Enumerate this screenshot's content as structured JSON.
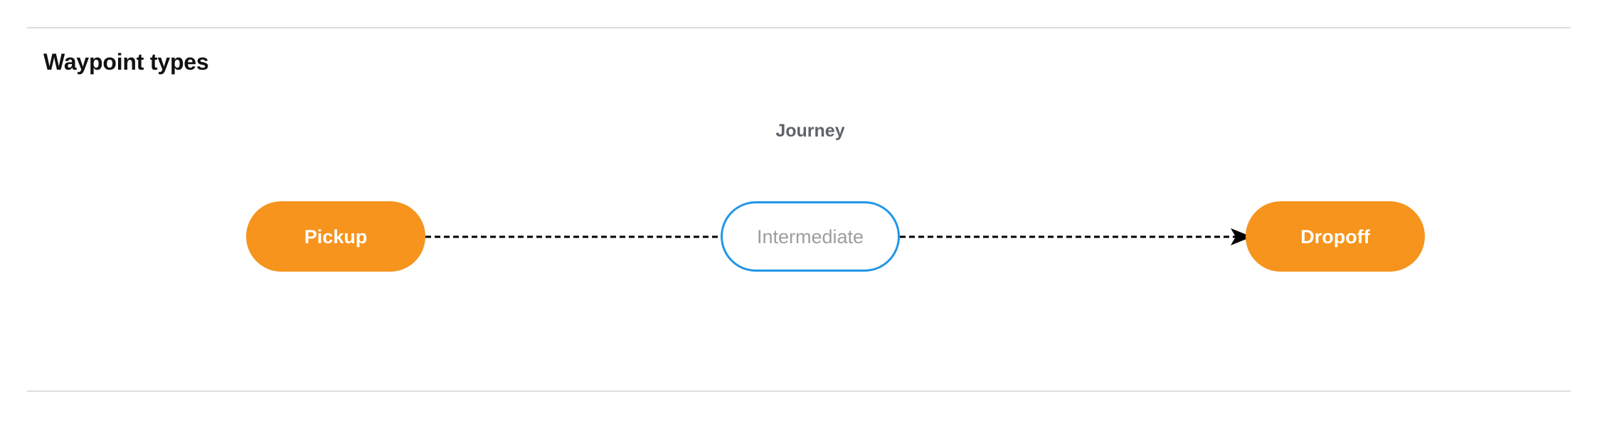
{
  "section": {
    "title": "Waypoint types"
  },
  "diagram": {
    "group_label": "Journey",
    "nodes": [
      {
        "id": "pickup",
        "label": "Pickup",
        "style": "filled",
        "color": "#f6941d"
      },
      {
        "id": "intermediate",
        "label": "Intermediate",
        "style": "outlined",
        "color": "#2196e8"
      },
      {
        "id": "dropoff",
        "label": "Dropoff",
        "style": "filled",
        "color": "#f6941d"
      }
    ],
    "edges": [
      {
        "from": "pickup",
        "to": "intermediate",
        "style": "dashed",
        "arrowhead": false,
        "color": "#000000"
      },
      {
        "from": "intermediate",
        "to": "dropoff",
        "style": "dashed",
        "arrowhead": true,
        "color": "#000000"
      }
    ]
  },
  "colors": {
    "accent_orange": "#f6941d",
    "accent_blue": "#2196e8",
    "muted_text": "#9e9e9e",
    "label_text": "#5f6368",
    "divider": "#dcdcdc"
  }
}
